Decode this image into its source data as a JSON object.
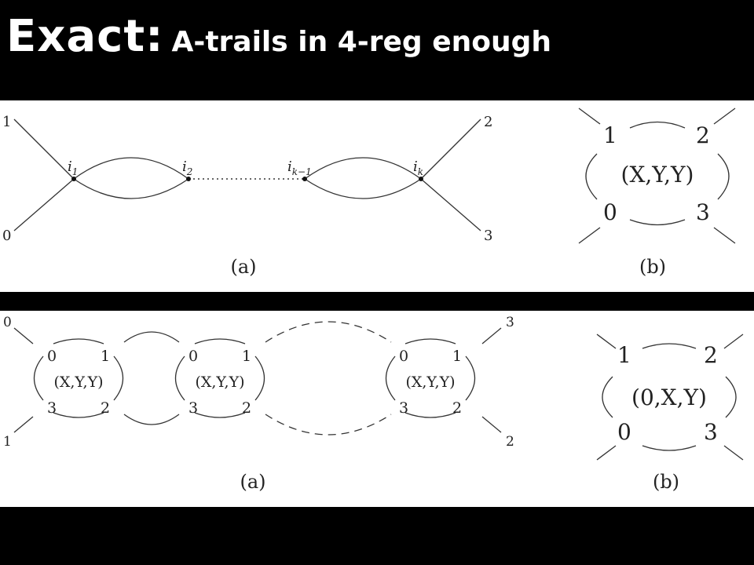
{
  "slide": {
    "title": "Exact:",
    "subtitle": "A-trails in 4-reg enough"
  },
  "figure_top": {
    "a": {
      "caption": "(a)",
      "end_labels": [
        "1",
        "0",
        "2",
        "3"
      ],
      "vertices": [
        {
          "base": "i",
          "sub": "1"
        },
        {
          "base": "i",
          "sub": "2"
        },
        {
          "base": "i",
          "sub": "k−1"
        },
        {
          "base": "i",
          "sub": "k"
        }
      ]
    },
    "b": {
      "caption": "(b)",
      "corner_labels": [
        "1",
        "2",
        "0",
        "3"
      ],
      "center_label": "(X,Y,Y)"
    }
  },
  "figure_bottom": {
    "a": {
      "caption": "(a)",
      "end_labels": [
        "0",
        "1",
        "3",
        "2"
      ],
      "gadgets": [
        {
          "labels": [
            "0",
            "1",
            "3",
            "2"
          ],
          "center": "(X,Y,Y)"
        },
        {
          "labels": [
            "0",
            "1",
            "3",
            "2"
          ],
          "center": "(X,Y,Y)"
        },
        {
          "labels": [
            "0",
            "1",
            "3",
            "2"
          ],
          "center": "(X,Y,Y)"
        }
      ]
    },
    "b": {
      "caption": "(b)",
      "corner_labels": [
        "1",
        "2",
        "0",
        "3"
      ],
      "center_label": "(0,X,Y)"
    }
  }
}
